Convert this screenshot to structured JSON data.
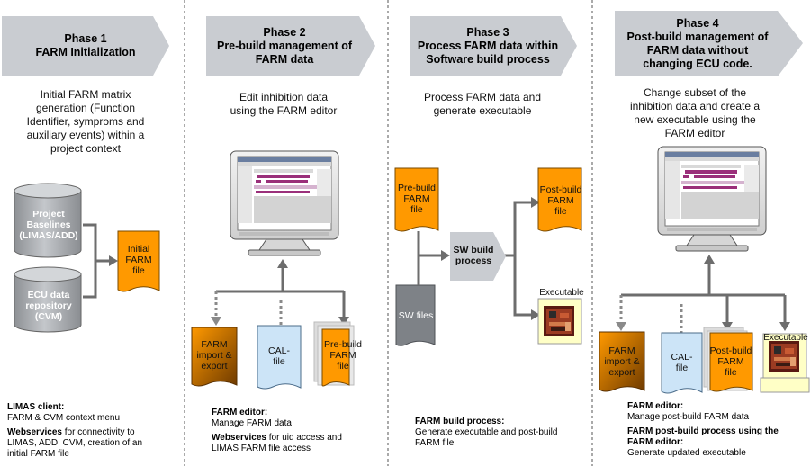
{
  "phases": [
    {
      "line1": "Phase 1",
      "line2": "FARM Initialization",
      "line3": ""
    },
    {
      "line1": "Phase 2",
      "line2": "Pre-build management of",
      "line3": "FARM data"
    },
    {
      "line1": "Phase 3",
      "line2": "Process FARM data within",
      "line3": "Software build process"
    },
    {
      "line1": "Phase 4",
      "line2": "Post-build management of",
      "line3": "FARM data without",
      "line4": "changing ECU code."
    }
  ],
  "descriptions": {
    "p1": [
      "Initial FARM matrix",
      "generation (Function",
      "Identifier, symproms and",
      "auxiliary events) within a",
      "project context"
    ],
    "p2": [
      "Edit  inhibition data",
      "using the FARM editor"
    ],
    "p3": [
      "Process FARM data and",
      "generate executable"
    ],
    "p4": [
      "Change subset of the",
      "inhibition data and create a",
      "new executable  using the",
      "FARM editor"
    ]
  },
  "nodes": {
    "baselines": [
      "Project",
      "Baselines",
      "(LIMAS/ADD)"
    ],
    "ecu_repo": [
      "ECU data",
      "repository",
      "(CVM)"
    ],
    "initial_farm": [
      "Initial",
      "FARM",
      "file"
    ],
    "p2_import": [
      "FARM",
      "import &",
      "export"
    ],
    "p2_cal": [
      "CAL-",
      "file"
    ],
    "p2_prebuild": [
      "Pre-build",
      "FARM",
      "file"
    ],
    "p3_prebuild": [
      "Pre-build",
      "FARM",
      "file"
    ],
    "p3_swfiles": "SW files",
    "p3_swbuild": [
      "SW build",
      "process"
    ],
    "p3_postbuild": [
      "Post-build",
      "FARM",
      "file"
    ],
    "p3_executable": "Executable",
    "p4_import": [
      "FARM",
      "import &",
      "export"
    ],
    "p4_cal": [
      "CAL-",
      "file"
    ],
    "p4_postbuild": [
      "Post-build",
      "FARM",
      "file"
    ],
    "p4_executable": "Executable"
  },
  "footers": {
    "p1_h1": "LIMAS client:",
    "p1_t1": "FARM & CVM context menu",
    "p1_h2": "Webservices",
    "p1_t2a": " for connectivity to",
    "p1_t2b": "LIMAS, ADD, CVM, creation of an",
    "p1_t2c": "initial FARM file",
    "p2_h1": "FARM editor:",
    "p2_t1": "Manage FARM data",
    "p2_h2": "Webservices",
    "p2_t2a": " for uid access and",
    "p2_t2b": "LIMAS FARM file access",
    "p3_h1": "FARM build process:",
    "p3_t1a": "Generate executable and post-build",
    "p3_t1b": "FARM file",
    "p4_h1": "FARM editor:",
    "p4_t1": "Manage post-build FARM data",
    "p4_h2a": "FARM post-build process using the",
    "p4_h2b": "FARM editor:",
    "p4_t2": "Generate updated executable"
  },
  "colors": {
    "chevron": "#c9ccd1",
    "orange": "#ff9900",
    "gray_cyl": "#a6a9ad",
    "calfile": "#cce4f7",
    "connector": "#6d6d6d",
    "exe_bg": "#ffffc6"
  }
}
